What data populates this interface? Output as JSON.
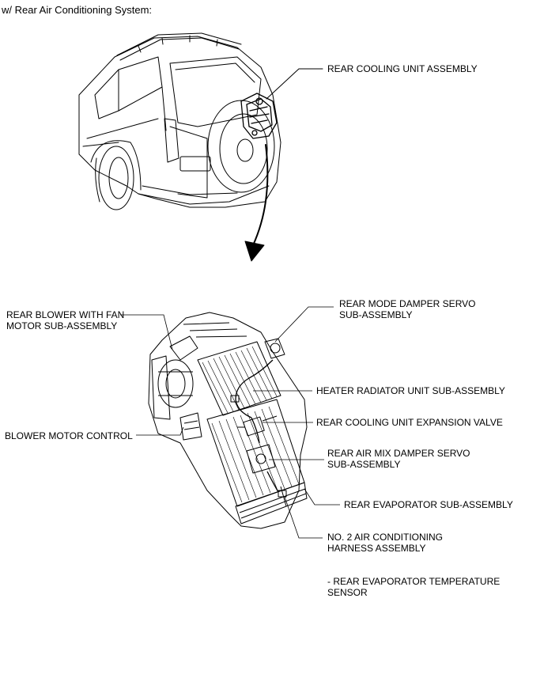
{
  "header": {
    "title": "w/ Rear Air Conditioning System:"
  },
  "labels": {
    "rear_cooling_unit": "REAR COOLING UNIT ASSEMBLY",
    "rear_blower_l1": "REAR BLOWER WITH FAN",
    "rear_blower_l2": "MOTOR SUB-ASSEMBLY",
    "blower_motor_control": "BLOWER MOTOR CONTROL",
    "mode_servo_l1": "REAR MODE DAMPER SERVO",
    "mode_servo_l2": "SUB-ASSEMBLY",
    "heater_radiator": "HEATER RADIATOR UNIT SUB-ASSEMBLY",
    "expansion_valve": "REAR COOLING UNIT EXPANSION VALVE",
    "air_mix_servo_l1": "REAR AIR MIX DAMPER SERVO",
    "air_mix_servo_l2": "SUB-ASSEMBLY",
    "rear_evaporator": "REAR EVAPORATOR SUB-ASSEMBLY",
    "harness_l1": "NO. 2 AIR CONDITIONING",
    "harness_l2": "HARNESS ASSEMBLY",
    "temp_sensor_l1": "- REAR EVAPORATOR TEMPERATURE",
    "temp_sensor_l2": "SENSOR"
  }
}
